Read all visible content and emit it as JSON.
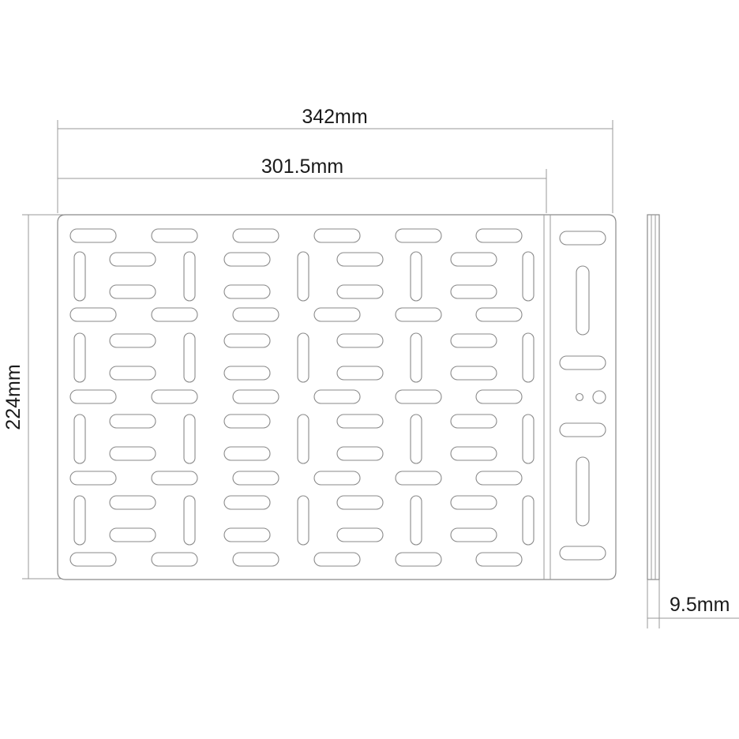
{
  "dimensions": {
    "overall_width": "342mm",
    "plate_width": "301.5mm",
    "height": "224mm",
    "thickness": "9.5mm"
  },
  "colors": {
    "line": "#8a8a8a",
    "text": "#1a1a1a",
    "background": "#ffffff"
  }
}
